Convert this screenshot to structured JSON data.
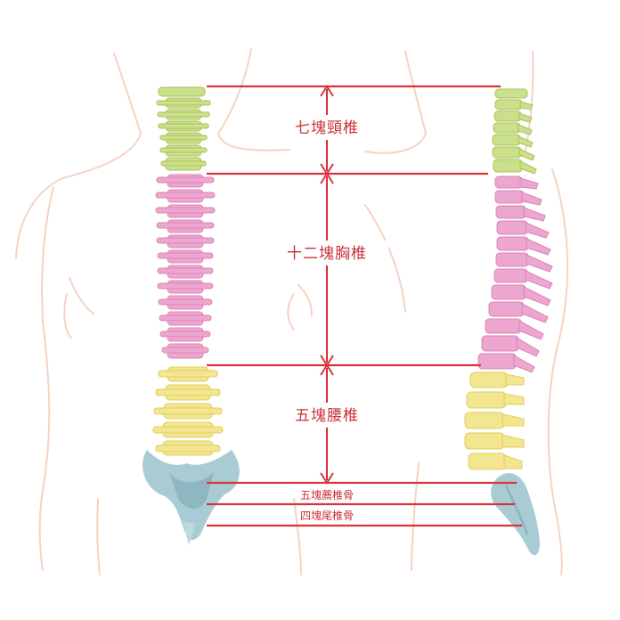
{
  "labels": {
    "cervical": "七塊頸椎",
    "thoracic": "十二塊胸椎",
    "lumbar": "五塊腰椎",
    "sacral": "五塊薦椎骨",
    "coccygeal": "四塊尾椎骨"
  },
  "colors": {
    "body_outline": "#f6d3c4",
    "measure_line": "#d8343c",
    "label_text": "#c8333a",
    "cervical_bone": "#cbe08a",
    "thoracic_bone": "#eda6cf",
    "lumbar_bone": "#f3e690",
    "pelvis_bone": "#a9ccd4"
  }
}
